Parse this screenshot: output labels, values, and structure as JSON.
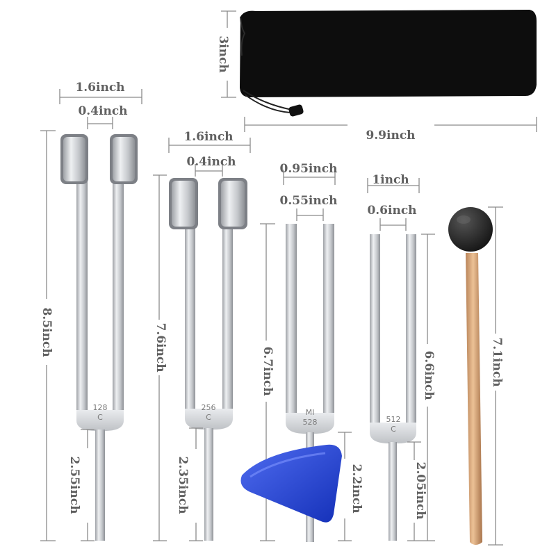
{
  "pouch": {
    "height_label": "3inch",
    "length_label": "9.9inch"
  },
  "forks": [
    {
      "id": "128",
      "engraving_line1": "128",
      "engraving_line2": "C",
      "outer_width_label": "1.6inch",
      "gap_label": "0.4inch",
      "total_length_label": "8.5inch",
      "stem_length_label": "2.55inch"
    },
    {
      "id": "256",
      "engraving_line1": "256",
      "engraving_line2": "C",
      "outer_width_label": "1.6inch",
      "gap_label": "0.4inch",
      "total_length_label": "7.6inch",
      "stem_length_label": "2.35inch"
    },
    {
      "id": "528",
      "engraving_line1": "MI",
      "engraving_line2": "528",
      "outer_width_label": "0.95inch",
      "gap_label": "0.55inch",
      "total_length_label": "6.7inch",
      "stem_length_label": "2.2inch"
    },
    {
      "id": "512",
      "engraving_line1": "512",
      "engraving_line2": "C",
      "outer_width_label": "1inch",
      "gap_label": "0.6inch",
      "total_length_label": "6.6inch",
      "stem_length_label": "2.05inch"
    }
  ],
  "mallet": {
    "length_label": "7.1inch"
  },
  "colors": {
    "steel": "#c9cbce",
    "pouch": "#0d0d0d",
    "hammer": "#1f3fd6",
    "wood": "#d9a97a",
    "mallet_ball": "#2a2a2a",
    "dimension_text": "#606060"
  }
}
